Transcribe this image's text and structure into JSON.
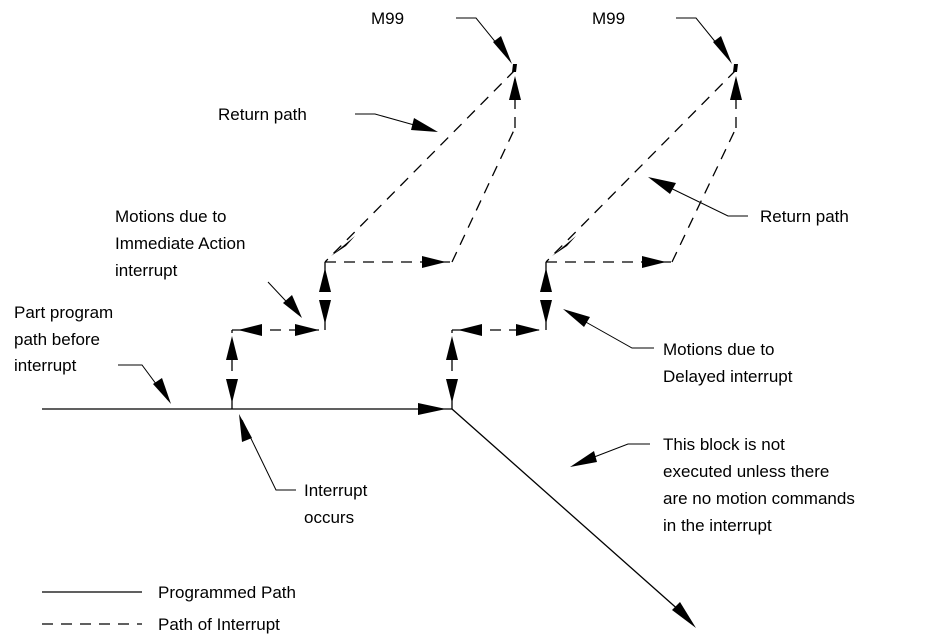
{
  "labels": {
    "m99_left": "M99",
    "m99_right": "M99",
    "return_path_top": "Return path",
    "return_path_right": "Return path",
    "immediate": [
      "Motions due to",
      "Immediate Action",
      "interrupt"
    ],
    "part_program": [
      "Part program",
      "path before",
      "interrupt"
    ],
    "delayed": [
      "Motions due to",
      "Delayed interrupt"
    ],
    "interrupt_occurs": [
      "Interrupt",
      "occurs"
    ],
    "not_executed": [
      "This block is not",
      "executed unless there",
      "are no motion commands",
      "in the interrupt"
    ]
  },
  "legend": {
    "programmed": "Programmed Path",
    "interrupt": "Path of Interrupt"
  }
}
